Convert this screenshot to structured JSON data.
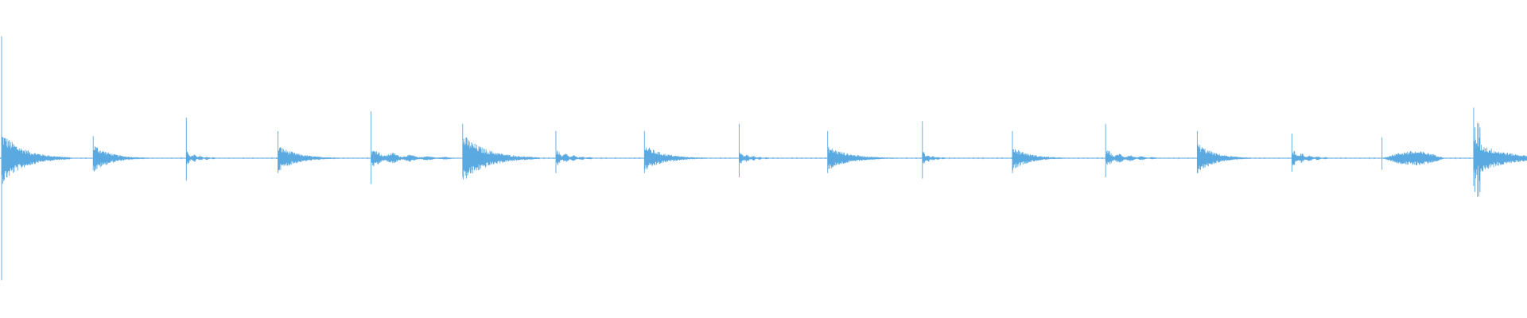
{
  "waveform": {
    "color": "#5aa9e0",
    "background": "#ffffff",
    "center_line": true,
    "duration_fraction_per_hit": "equal spacing",
    "hits": [
      {
        "id": "onset-01",
        "time": 0.0,
        "peak": 0.99,
        "body": 0.22,
        "decay": 0.045,
        "style": "dense"
      },
      {
        "id": "onset-02",
        "time": 0.06,
        "peak": 0.18,
        "body": 0.12,
        "decay": 0.035,
        "style": "tom"
      },
      {
        "id": "onset-03",
        "time": 0.121,
        "peak": 0.33,
        "body": 0.06,
        "decay": 0.02,
        "style": "snare"
      },
      {
        "id": "onset-04",
        "time": 0.181,
        "peak": 0.22,
        "body": 0.11,
        "decay": 0.04,
        "style": "tom"
      },
      {
        "id": "onset-05",
        "time": 0.242,
        "peak": 0.38,
        "body": 0.08,
        "decay": 0.055,
        "style": "snare"
      },
      {
        "id": "onset-06",
        "time": 0.302,
        "peak": 0.28,
        "body": 0.2,
        "decay": 0.05,
        "style": "tom"
      },
      {
        "id": "onset-07",
        "time": 0.363,
        "peak": 0.22,
        "body": 0.07,
        "decay": 0.025,
        "style": "snare"
      },
      {
        "id": "onset-08",
        "time": 0.421,
        "peak": 0.22,
        "body": 0.11,
        "decay": 0.04,
        "style": "tom"
      },
      {
        "id": "onset-09",
        "time": 0.483,
        "peak": 0.28,
        "body": 0.06,
        "decay": 0.02,
        "style": "snare"
      },
      {
        "id": "onset-10",
        "time": 0.541,
        "peak": 0.22,
        "body": 0.1,
        "decay": 0.045,
        "style": "tom"
      },
      {
        "id": "onset-11",
        "time": 0.603,
        "peak": 0.3,
        "body": 0.06,
        "decay": 0.015,
        "style": "snare"
      },
      {
        "id": "onset-12",
        "time": 0.662,
        "peak": 0.22,
        "body": 0.1,
        "decay": 0.035,
        "style": "tom"
      },
      {
        "id": "onset-13",
        "time": 0.723,
        "peak": 0.28,
        "body": 0.07,
        "decay": 0.035,
        "style": "snare"
      },
      {
        "id": "onset-14",
        "time": 0.783,
        "peak": 0.22,
        "body": 0.13,
        "decay": 0.035,
        "style": "tom"
      },
      {
        "id": "onset-15",
        "time": 0.845,
        "peak": 0.2,
        "body": 0.07,
        "decay": 0.025,
        "style": "snare"
      },
      {
        "id": "onset-16",
        "time": 0.904,
        "peak": 0.17,
        "body": 0.06,
        "decay": 0.05,
        "style": "swell"
      },
      {
        "id": "onset-17",
        "time": 0.964,
        "peak": 0.41,
        "body": 0.15,
        "decay": 0.06,
        "style": "dense"
      }
    ]
  }
}
